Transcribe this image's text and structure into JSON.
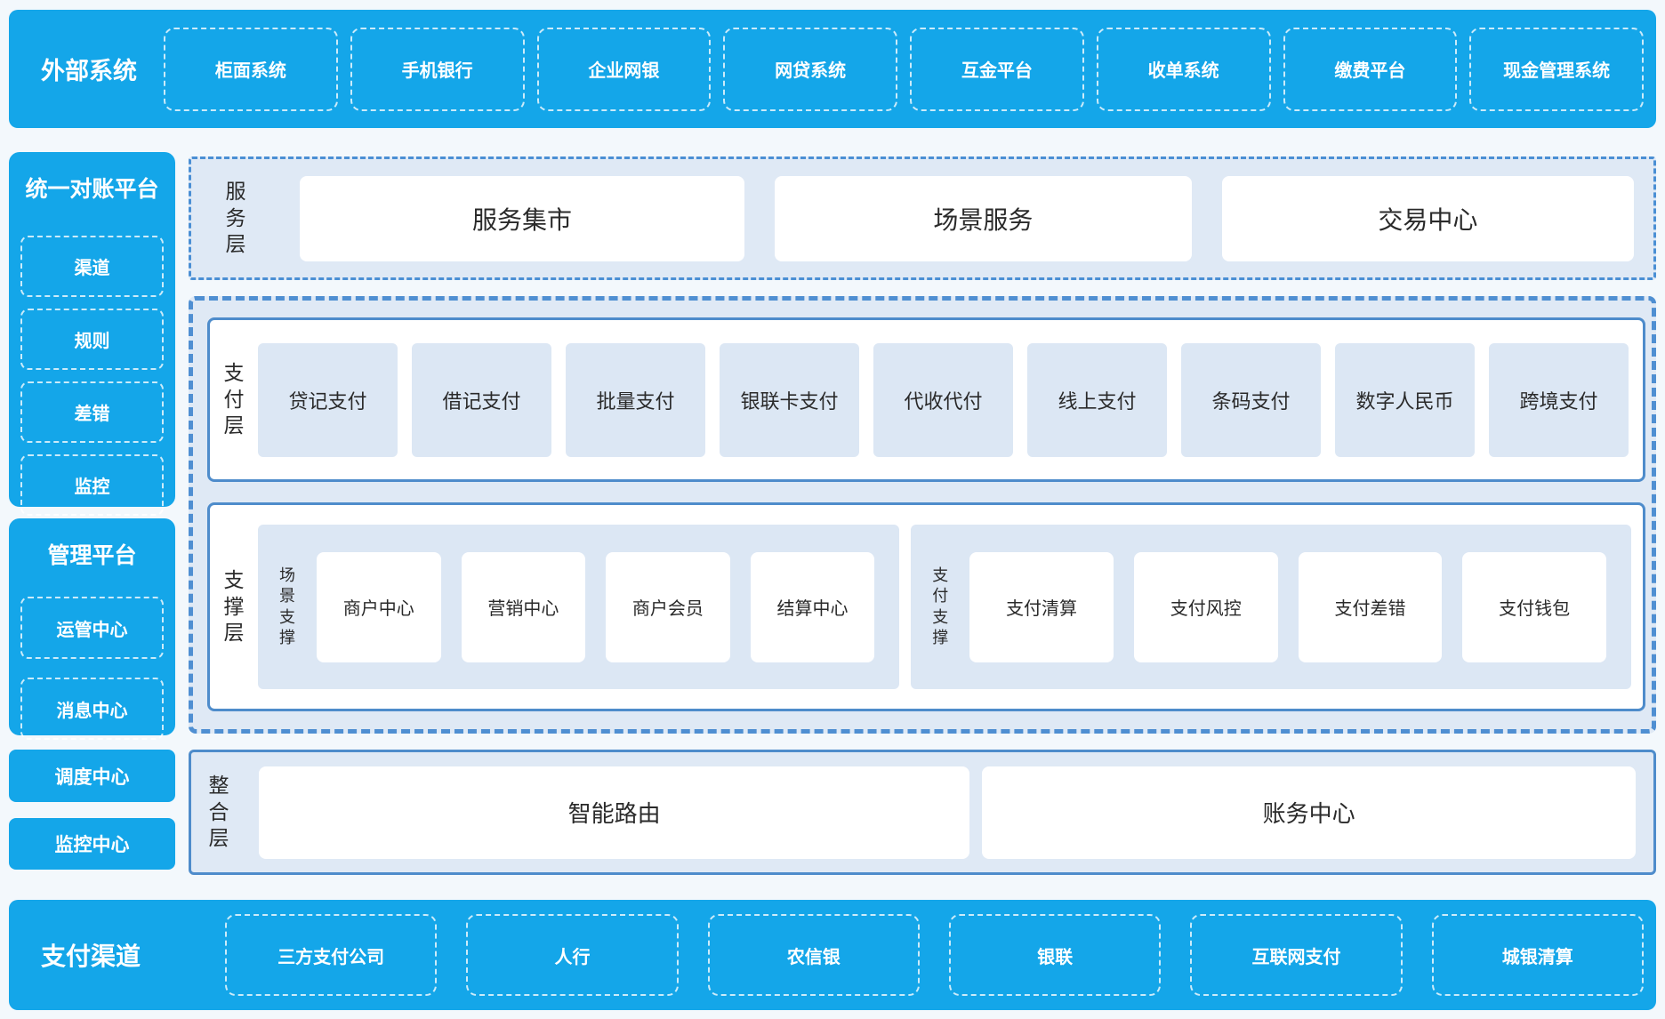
{
  "colors": {
    "accent_blue": "#14a6e9",
    "panel_light_blue": "#dfe9f5",
    "node_light_blue": "#dce7f4",
    "border_blue": "#4e8ccb",
    "dashed_border_blue": "#4f8fd2",
    "text_dark": "#2a2a2a",
    "text_on_blue": "#ffffff"
  },
  "top_bar": {
    "title": "外部系统",
    "items": [
      "柜面系统",
      "手机银行",
      "企业网银",
      "网贷系统",
      "互金平台",
      "收单系统",
      "缴费平台",
      "现金管理系统"
    ]
  },
  "sidebar": {
    "platform_blocks": [
      {
        "title": "统一对账平台",
        "items": [
          "渠道",
          "规则",
          "差错",
          "监控"
        ]
      },
      {
        "title": "管理平台",
        "items": [
          "运管中心",
          "消息中心"
        ]
      }
    ],
    "solo_blocks": [
      "调度中心",
      "监控中心"
    ]
  },
  "main": {
    "service_layer": {
      "label": "服务层",
      "items": [
        "服务集市",
        "场景服务",
        "交易中心"
      ]
    },
    "payment_layer": {
      "label": "支付层",
      "items": [
        "贷记支付",
        "借记支付",
        "批量支付",
        "银联卡支付",
        "代收代付",
        "线上支付",
        "条码支付",
        "数字人民币",
        "跨境支付"
      ]
    },
    "support_layer": {
      "label": "支撑层",
      "groups": [
        {
          "label": "场景支撑",
          "items": [
            "商户中心",
            "营销中心",
            "商户会员",
            "结算中心"
          ]
        },
        {
          "label": "支付支撑",
          "items": [
            "支付清算",
            "支付风控",
            "支付差错",
            "支付钱包"
          ]
        }
      ]
    },
    "integration_layer": {
      "label": "整合层",
      "items": [
        "智能路由",
        "账务中心"
      ]
    }
  },
  "bottom_bar": {
    "title": "支付渠道",
    "items": [
      "三方支付公司",
      "人行",
      "农信银",
      "银联",
      "互联网支付",
      "城银清算"
    ]
  }
}
